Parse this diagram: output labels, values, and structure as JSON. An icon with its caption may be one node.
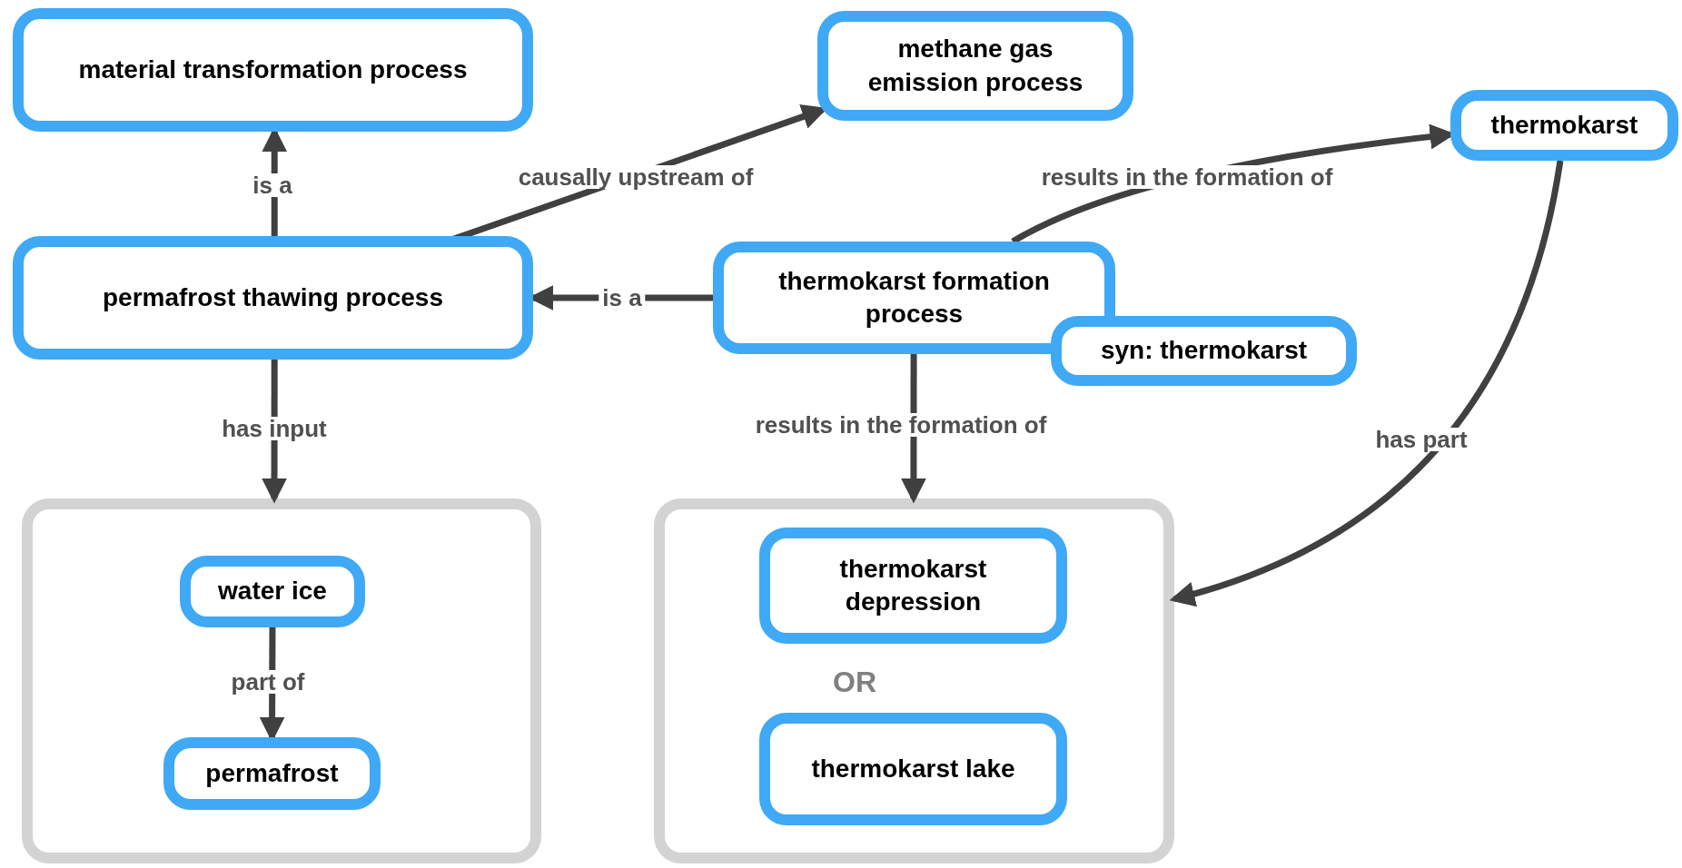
{
  "diagram": {
    "nodes": [
      {
        "text": [
          "material transformation process"
        ]
      },
      {
        "text": [
          "methane gas emission process"
        ]
      },
      {
        "text": [
          "thermokarst"
        ]
      },
      {
        "text": [
          "permafrost thawing process"
        ]
      },
      {
        "text": [
          "thermokarst formation process"
        ]
      },
      {
        "text": [
          "syn: thermokarst"
        ]
      },
      {
        "text": [],
        "shape": "box"
      },
      {
        "text": [
          "water ice"
        ],
        "in": 6
      },
      {
        "text": [
          "permafrost"
        ],
        "in": 6
      },
      {
        "text": [],
        "shape": "box"
      },
      {
        "text": [
          "thermokarst depression"
        ],
        "in": 9
      },
      {
        "text": [
          "thermokarst lake"
        ],
        "in": 9
      }
    ],
    "edges": [
      {
        "from": 3,
        "to": 0,
        "arrow": "to",
        "label": "is a"
      },
      {
        "from": 3,
        "to": 1,
        "arrow": "to",
        "label": "causally upstream of"
      },
      {
        "from": 4,
        "to": 3,
        "arrow": "to",
        "label": "is a"
      },
      {
        "from": 4,
        "to": 2,
        "arrow": "to",
        "label": "results in the formation of"
      },
      {
        "from": 3,
        "to": 6,
        "arrow": "to",
        "label": "has input"
      },
      {
        "from": 4,
        "to": 9,
        "arrow": "to",
        "label": "results in the formation of"
      },
      {
        "from": 2,
        "to": 9,
        "arrow": "to",
        "label": "has part"
      },
      {
        "from": 7,
        "to": 8,
        "arrow": "to",
        "label": "part of"
      }
    ],
    "labels": [
      "OR"
    ]
  }
}
